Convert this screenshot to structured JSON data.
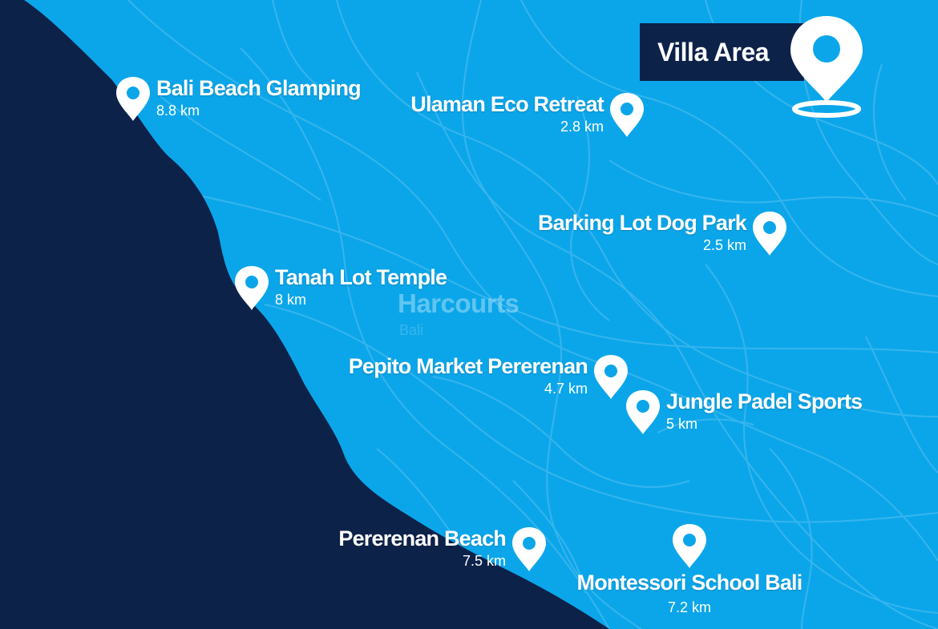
{
  "villa": {
    "label": "Villa Area"
  },
  "watermark": {
    "brand": "Harcourts",
    "sub": "Bali"
  },
  "colors": {
    "sea": "#0d2249",
    "land": "#0ba6ea",
    "roads": "#3db7ee",
    "text": "#ffffff"
  },
  "icons": {
    "poi": "map-pin-icon",
    "villa": "location-pin-with-ring-icon"
  },
  "pois": [
    {
      "id": "bali-beach-glamping",
      "name": "Bali Beach Glamping",
      "distance": "8.8 km"
    },
    {
      "id": "ulaman-eco-retreat",
      "name": "Ulaman Eco Retreat",
      "distance": "2.8 km"
    },
    {
      "id": "barking-lot-dog-park",
      "name": "Barking Lot Dog Park",
      "distance": "2.5 km"
    },
    {
      "id": "tanah-lot-temple",
      "name": "Tanah Lot Temple",
      "distance": "8 km"
    },
    {
      "id": "pepito-market-pererenan",
      "name": "Pepito Market Pererenan",
      "distance": "4.7 km"
    },
    {
      "id": "jungle-padel-sports",
      "name": "Jungle Padel Sports",
      "distance": "5 km"
    },
    {
      "id": "pererenan-beach",
      "name": "Pererenan Beach",
      "distance": "7.5 km"
    },
    {
      "id": "montessori-school-bali",
      "name": "Montessori School Bali",
      "distance": "7.2 km"
    }
  ]
}
